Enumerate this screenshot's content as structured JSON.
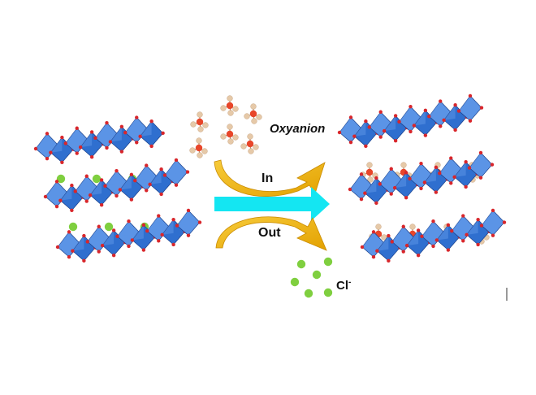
{
  "labels": {
    "oxyanion": "Oxyanion",
    "in": "In",
    "out": "Out",
    "chloride_base": "Cl",
    "chloride_charge": "-"
  },
  "colors": {
    "octahedron_face": "#2f6fcf",
    "octahedron_light": "#5b94e6",
    "octahedron_edge": "#1a3f8a",
    "vertex_oxygen": "#d8262b",
    "chloride": "#7fcf3f",
    "central_atom": "#e8462a",
    "peripheral_atom": "#e6c9a8",
    "main_arrow": "#14e6f2",
    "curved_arrow": "#f2b400",
    "curved_arrow_dark": "#c98b00"
  },
  "icons": {
    "main_arrow": "right-arrow-icon",
    "in_arrow": "curved-arrow-up-icon",
    "out_arrow": "curved-arrow-down-icon"
  }
}
